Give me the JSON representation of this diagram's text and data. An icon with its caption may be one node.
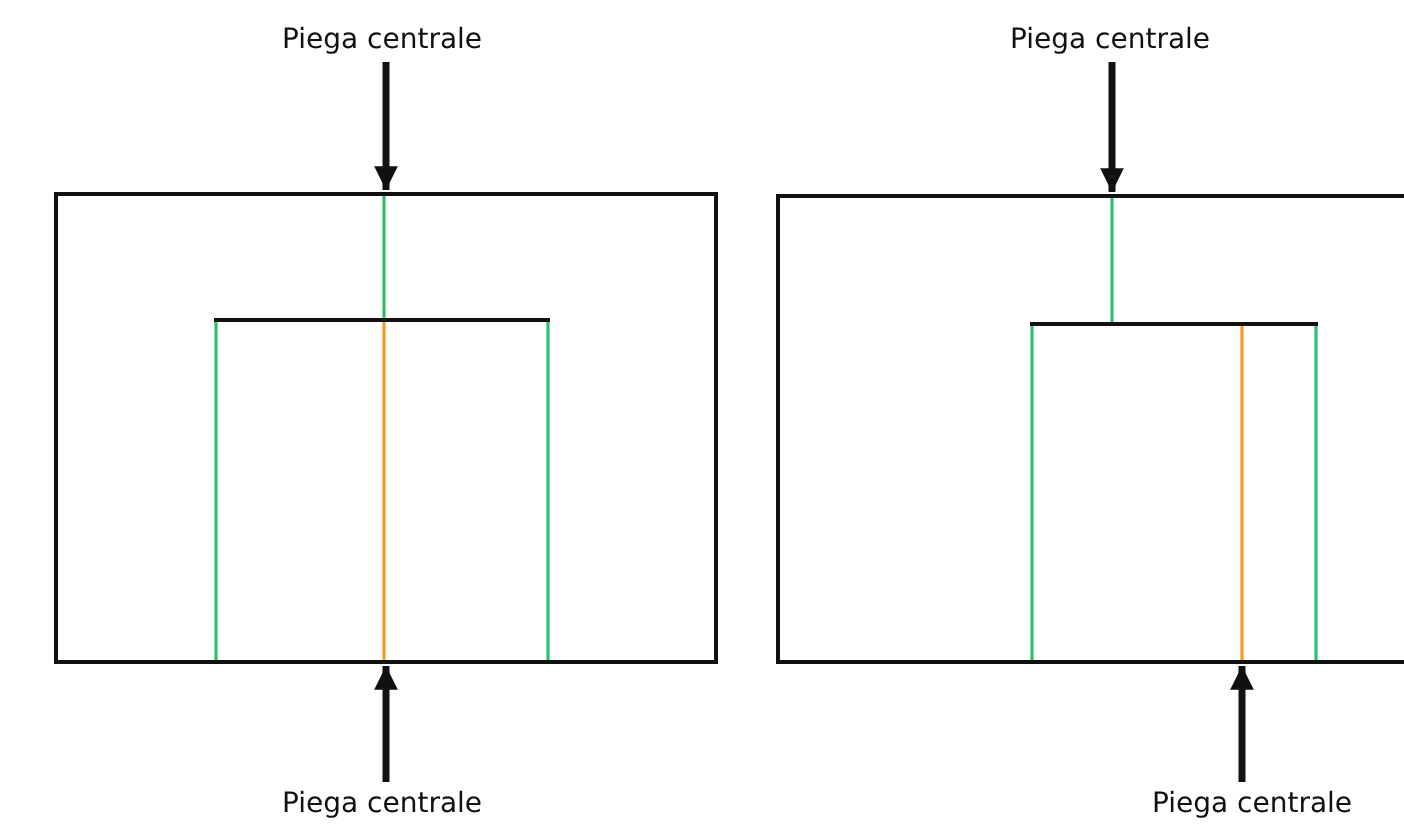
{
  "diagram": {
    "nodes": [
      {
        "text": [
          "Piega centrale"
        ]
      },
      {
        "text": [
          "Piega centrale"
        ]
      },
      {
        "text": [],
        "shape": "box"
      },
      {
        "text": [],
        "shape": "box"
      },
      {
        "text": [
          "Piega centrale"
        ]
      },
      {
        "text": [
          "Piega centrale"
        ]
      }
    ],
    "edges": [
      {
        "from": 0,
        "to": 2,
        "arrow": "to"
      },
      {
        "from": 1,
        "to": 3,
        "arrow": "to"
      },
      {
        "from": 4,
        "to": 2,
        "arrow": "to"
      },
      {
        "from": 5,
        "to": 3,
        "arrow": "to"
      }
    ]
  }
}
